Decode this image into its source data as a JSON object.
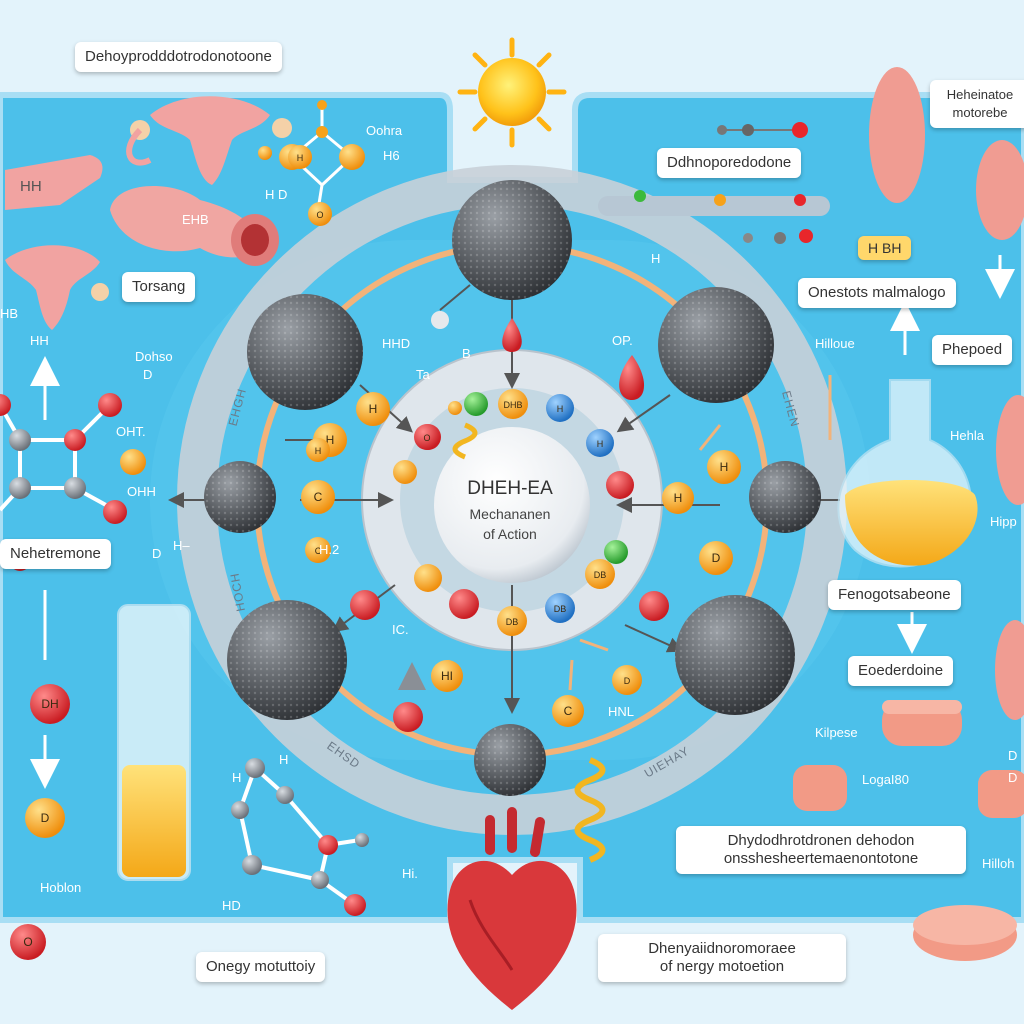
{
  "labels": {
    "top_left": "Dehoyprodddotrodonotoone",
    "torsang": "Torsang",
    "top_center": "Ddhnoporedodone",
    "top_right_l1": "Heheinatoe",
    "top_right_l2": "motorebe",
    "onesrots": "Onestots malmalogo",
    "phepoed": "Phepoed",
    "left_mid": "Nehetremone",
    "fenogot": "Fenogotsabeone",
    "ecoder": "Eoederdoine",
    "dihydro_l1": "Dhydodhrotdronen dehodon",
    "dihydro_l2": "onsshesheertemaenontotone",
    "bottom_left": "Onegy motuttoiy",
    "bottom_center_l1": "Dhenyaiidnoromoraee",
    "bottom_center_l2": "of nergy motoetion"
  },
  "center": {
    "title": "DHEH-EA",
    "sub1": "Mechananen",
    "sub2": "of Action"
  },
  "ring_text": {
    "left": "EHGH",
    "right": "EHEN",
    "bottom_left": "EHSD",
    "bottom_right": "UIEHAY",
    "left_low": "HOCH"
  },
  "floating": {
    "oohra": "Oohra",
    "h6": "H6",
    "hd_top": "H D",
    "hh_box": "HH",
    "ehb": "EHB",
    "hb_left": "HB",
    "hh_left": "HH",
    "dohso": "Dohso",
    "d_left": "D",
    "oht": "OHT.",
    "ohh": "OHH",
    "h_dash": "H–",
    "od": "D",
    "h2": "H.2",
    "hd_ring": "HHD",
    "ib": "B",
    "ta": "Ta",
    "op": "OP.",
    "h_top": "H",
    "hilloue": "Hilloue",
    "hela": "Hehla",
    "hipp": "Hipp",
    "kilpe": "Kilpese",
    "lgal": "LogaI80",
    "d_right": "D",
    "hilloh": "Hilloh",
    "ic": "IC.",
    "hnl": "HNL",
    "h_bottom": "H",
    "hd_bottom": "HD",
    "hi_bottom": "Hi.",
    "hoblon": "Hoblon",
    "d_bottom_right": "D",
    "bh_tag": "H BH"
  },
  "atoms": {
    "h": "H",
    "c": "C",
    "d": "D",
    "dh": "DH",
    "dhb": "DHB",
    "db": "DB",
    "hi": "HI",
    "hl": "Hl",
    "o": "O"
  },
  "colors": {
    "background_light": "#e3f3fb",
    "panel_blue": "#4cc0ea",
    "ring_gray": "#c8d0d8",
    "ring_orange": "#f2b37a",
    "sphere_gray": "#5c6065",
    "atom_red": "#e8262b",
    "atom_orange": "#f6a21a",
    "atom_blue": "#2f8fe0",
    "atom_green": "#3cba3c",
    "organ_pink": "#f1a3a1",
    "heart_red": "#d9383b",
    "sun_yellow": "#ffc21a"
  }
}
